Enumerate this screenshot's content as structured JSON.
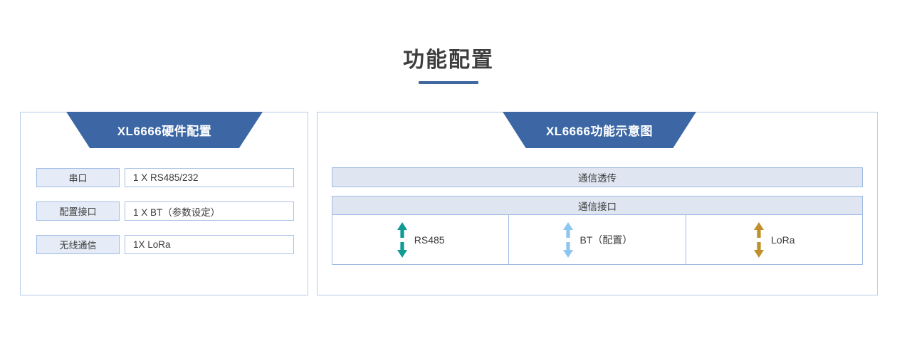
{
  "page": {
    "title": "功能配置"
  },
  "left_panel": {
    "banner": "XL6666硬件配置",
    "rows": [
      {
        "label": "串口",
        "value": "1 X RS485/232"
      },
      {
        "label": "配置接口",
        "value": "1 X BT（参数设定）"
      },
      {
        "label": "无线通信",
        "value": "1X LoRa"
      }
    ]
  },
  "right_panel": {
    "banner": "XL6666功能示意图",
    "transparent_bar": "通信透传",
    "interface_header": "通信接口",
    "ports": [
      {
        "label": "RS485",
        "arrow_color": "#0e9b96"
      },
      {
        "label": "BT（配置）",
        "arrow_color": "#8dc6ef"
      },
      {
        "label": "LoRa",
        "arrow_color": "#bf8f2a"
      }
    ]
  },
  "colors": {
    "banner_blue": "#3c67a4",
    "panel_border": "#b9cbe8",
    "cell_fill": "#e6ecf7",
    "bar_fill": "#dfe6f2",
    "title_underline": "#41679f"
  }
}
